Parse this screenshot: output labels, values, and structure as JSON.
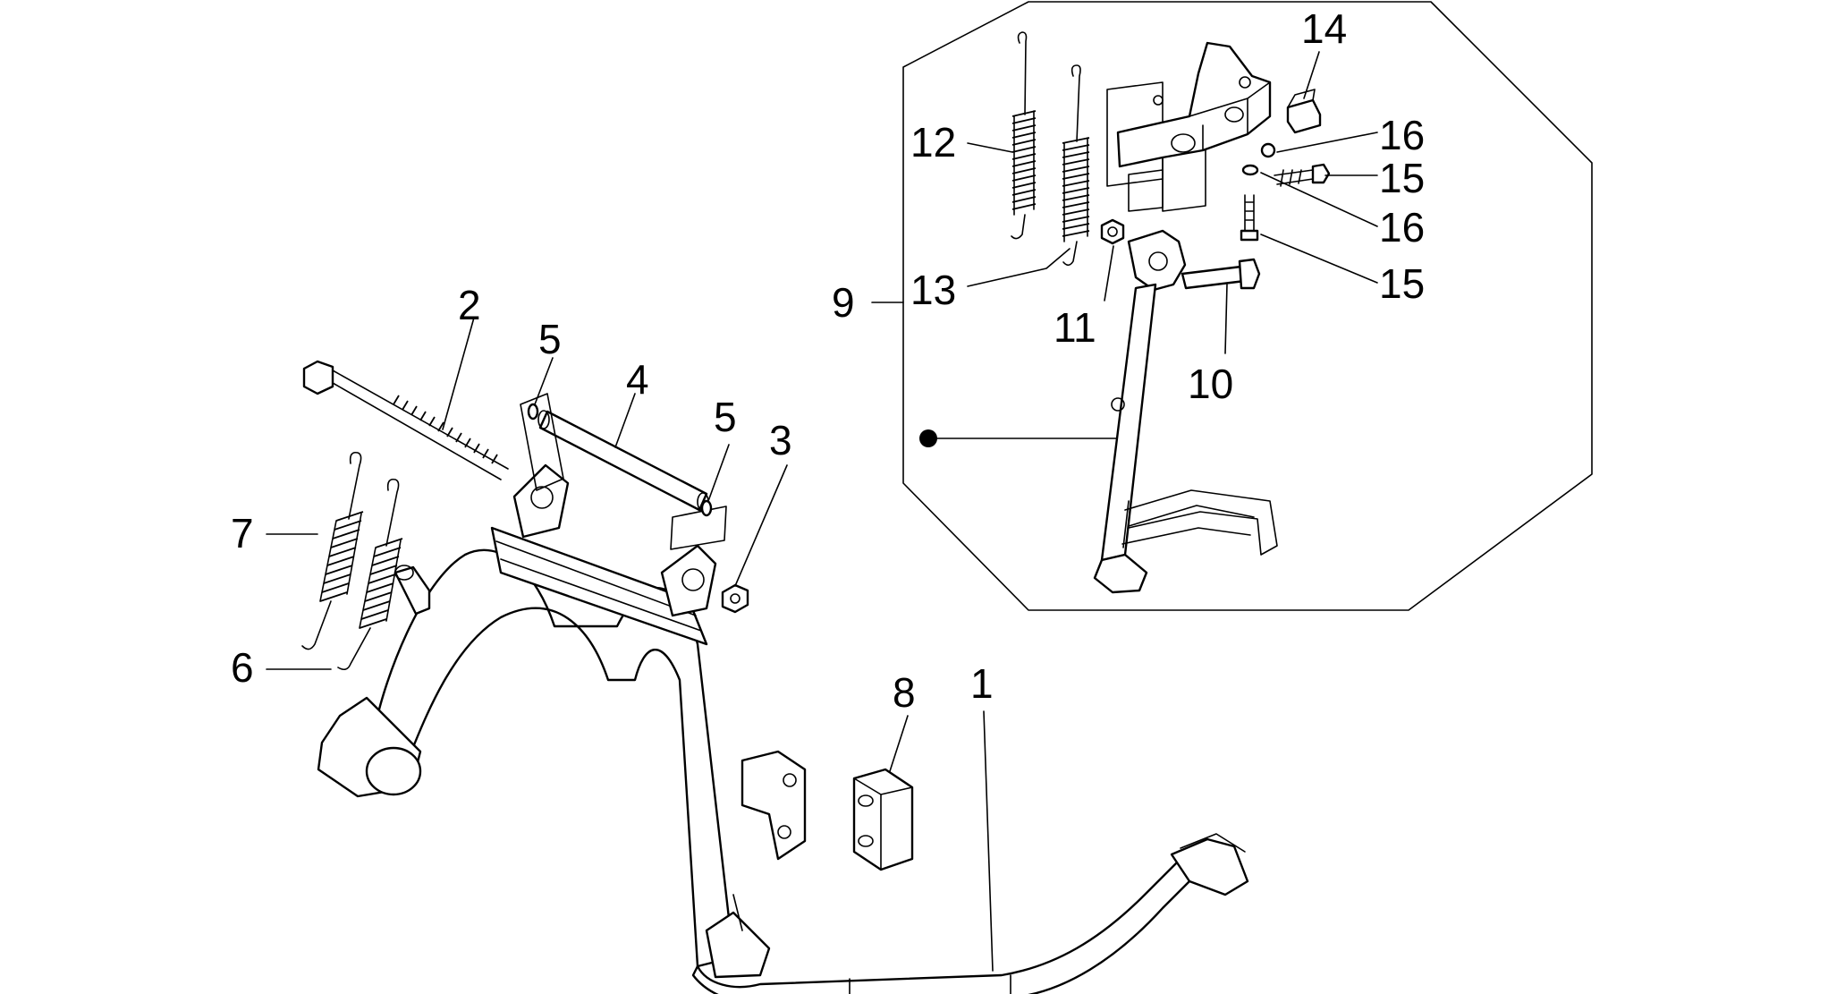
{
  "diagram": {
    "callouts": [
      {
        "id": "c1",
        "text": "1"
      },
      {
        "id": "c2",
        "text": "2"
      },
      {
        "id": "c3",
        "text": "3"
      },
      {
        "id": "c4",
        "text": "4"
      },
      {
        "id": "c5a",
        "text": "5"
      },
      {
        "id": "c5b",
        "text": "5"
      },
      {
        "id": "c6",
        "text": "6"
      },
      {
        "id": "c7",
        "text": "7"
      },
      {
        "id": "c8",
        "text": "8"
      },
      {
        "id": "c9",
        "text": "9"
      },
      {
        "id": "c10",
        "text": "10"
      },
      {
        "id": "c11",
        "text": "11"
      },
      {
        "id": "c12",
        "text": "12"
      },
      {
        "id": "c13",
        "text": "13"
      },
      {
        "id": "c14",
        "text": "14"
      },
      {
        "id": "c15a",
        "text": "15"
      },
      {
        "id": "c15b",
        "text": "15"
      },
      {
        "id": "c16a",
        "text": "16"
      },
      {
        "id": "c16b",
        "text": "16"
      }
    ]
  }
}
